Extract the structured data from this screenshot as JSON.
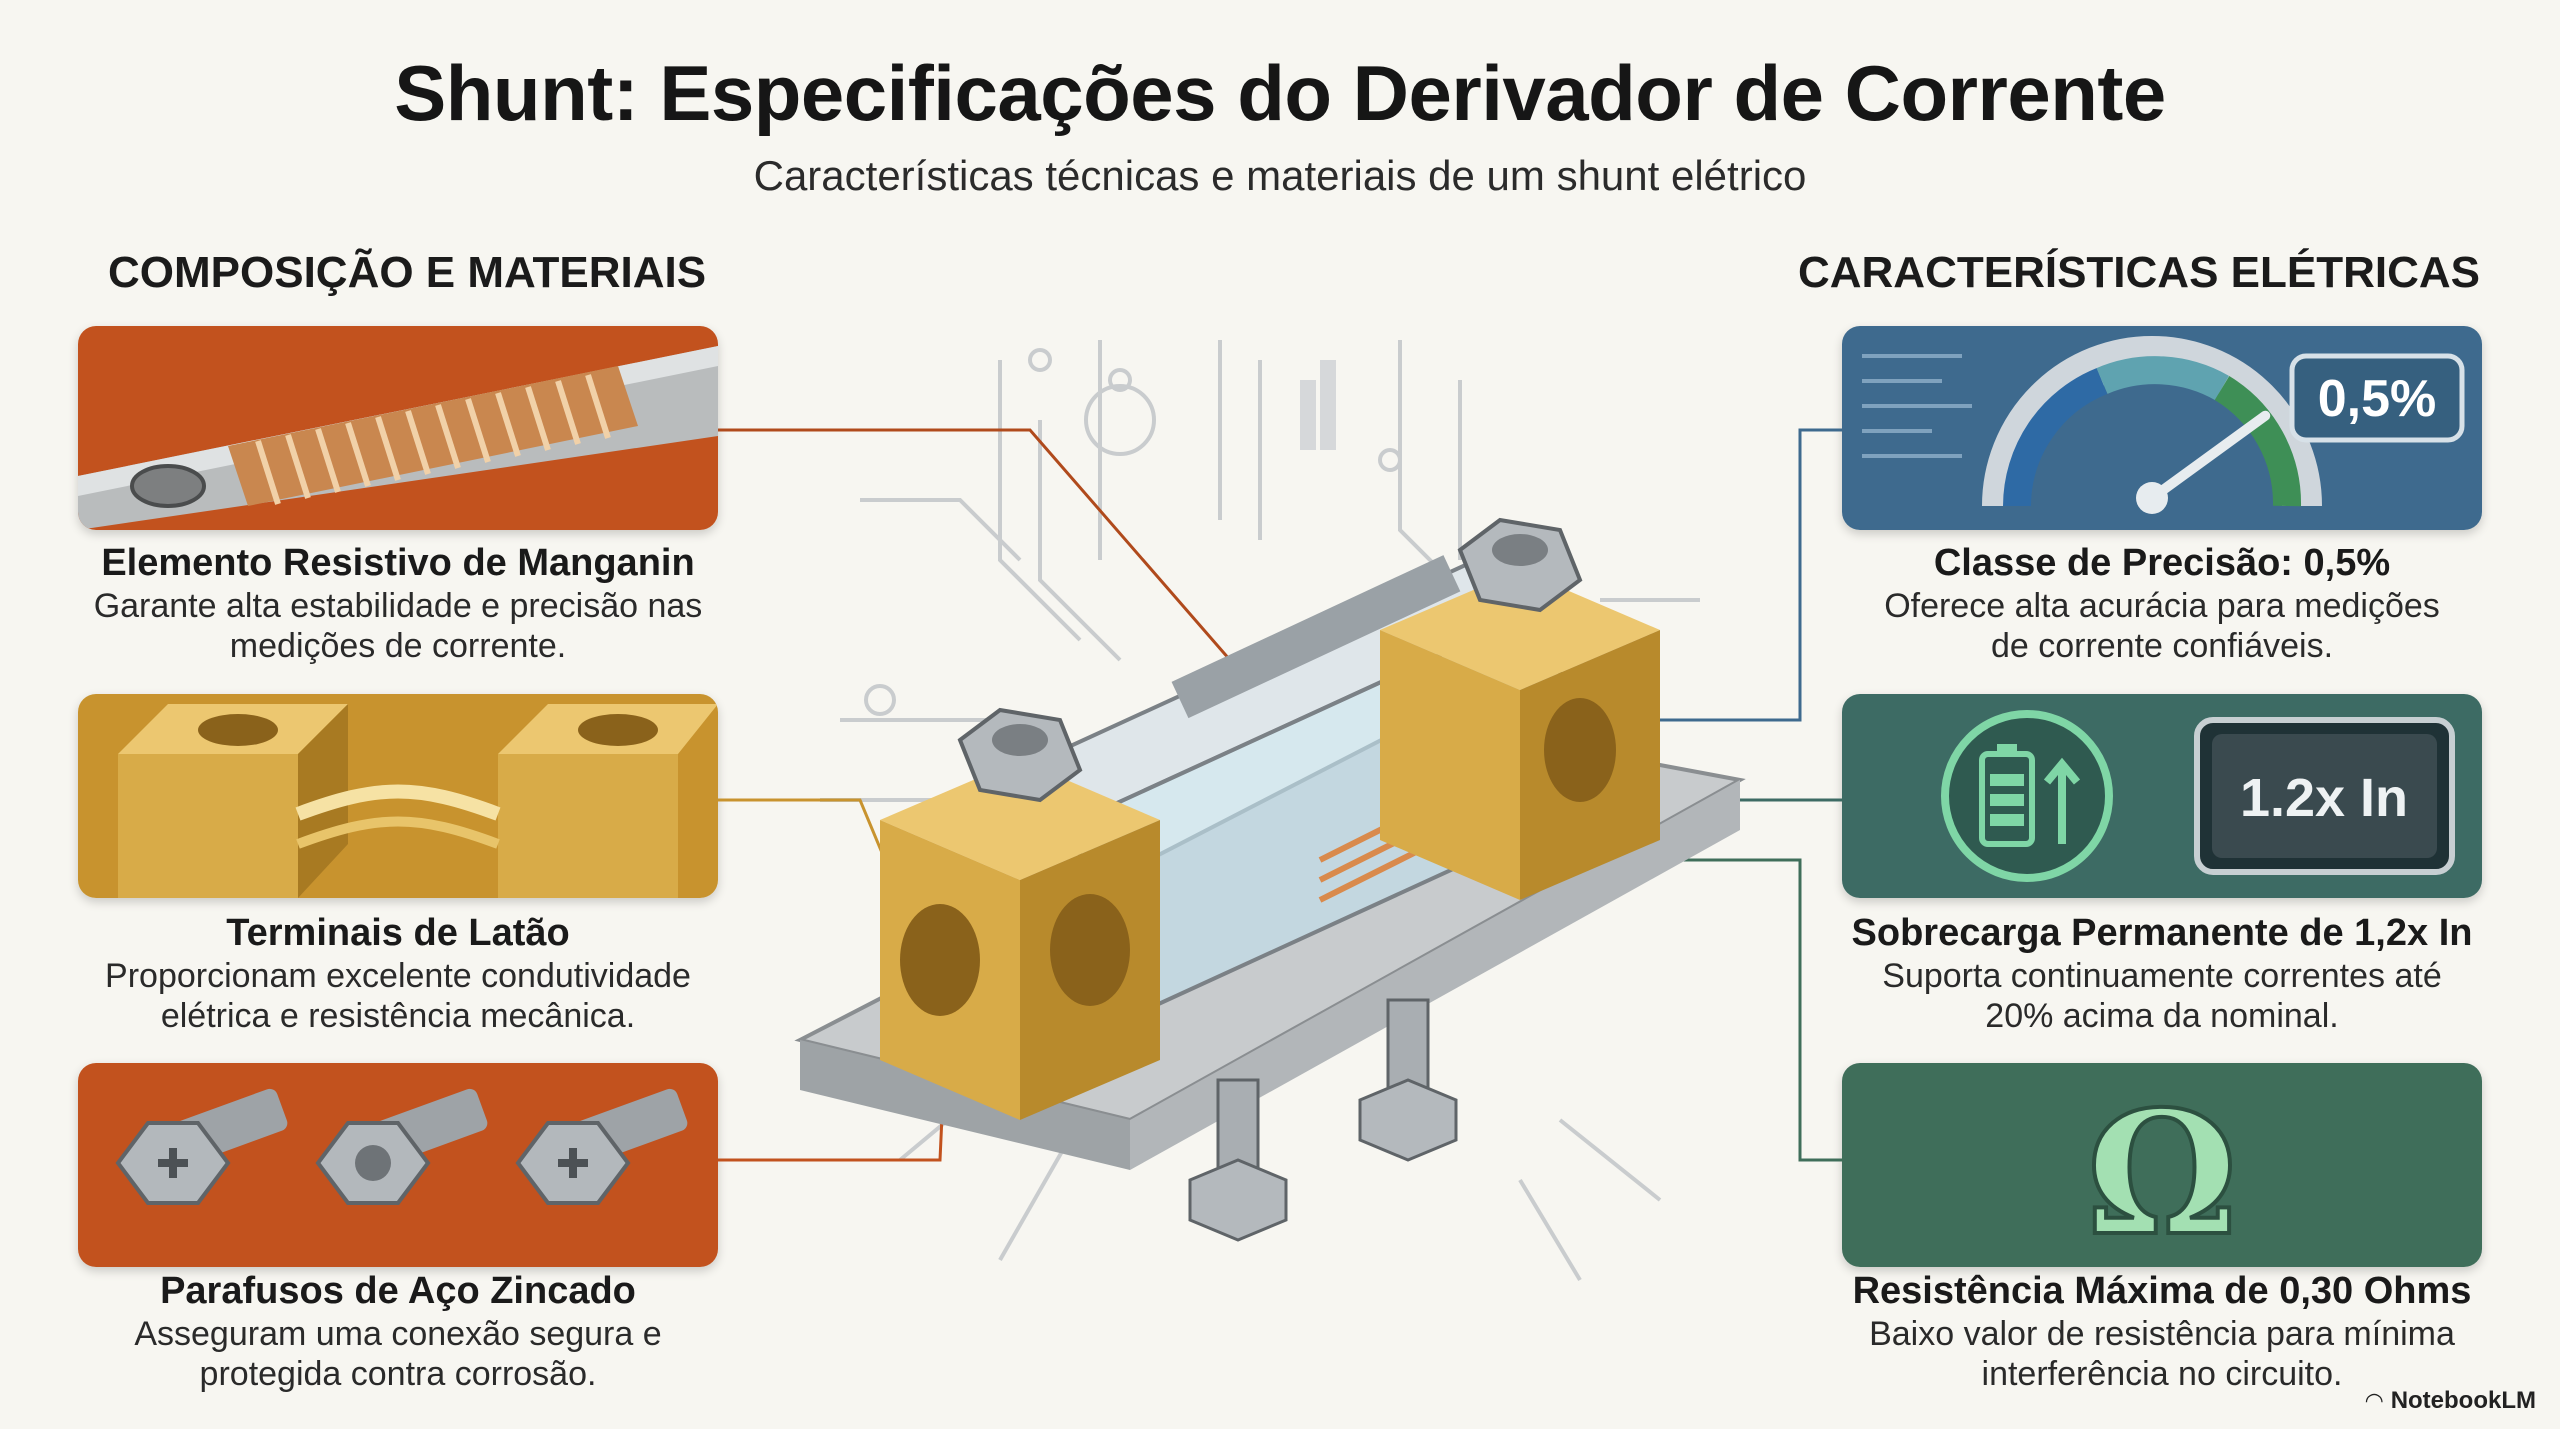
{
  "header": {
    "title": "Shunt: Especificações do Derivador de Corrente",
    "subtitle": "Características técnicas e materiais de um shunt elétrico"
  },
  "left_section": {
    "heading": "COMPOSIÇÃO E MATERIAIS",
    "items": [
      {
        "title": "Elemento Resistivo de Manganin",
        "desc_line1": "Garante alta estabilidade e precisão nas",
        "desc_line2": "medições de corrente."
      },
      {
        "title": "Terminais de Latão",
        "desc_line1": "Proporcionam excelente condutividade",
        "desc_line2": "elétrica e resistência mecânica."
      },
      {
        "title": "Parafusos de Aço Zincado",
        "desc_line1": "Asseguram uma conexão segura e",
        "desc_line2": "protegida contra corrosão."
      }
    ]
  },
  "right_section": {
    "heading": "CARACTERÍSTICAS ELÉTRICAS",
    "items": [
      {
        "title": "Classe de Precisão: 0,5%",
        "desc_line1": "Oferece alta acurácia para medições",
        "desc_line2": "de corrente confiáveis.",
        "badge": "0,5%"
      },
      {
        "title": "Sobrecarga Permanente de 1,2x In",
        "desc_line1": "Suporta continuamente correntes até",
        "desc_line2": "20% acima da nominal.",
        "badge": "1.2x In"
      },
      {
        "title": "Resistência Máxima de 0,30 Ohms",
        "desc_line1": "Baixo valor de resistência para mínima",
        "desc_line2": "interferência no circuito.",
        "badge": "Ω"
      }
    ]
  },
  "gauge_level_fraction": 0.8,
  "icons": [
    "manganin-element-icon",
    "brass-terminal-icon",
    "zinc-screws-icon",
    "precision-gauge-icon",
    "battery-overload-icon",
    "ohm-symbol-icon",
    "shunt-illustration"
  ],
  "colors": {
    "orange_card": "#c2521e",
    "gold_card": "#c8932e",
    "blue_card": "#3e6a8e",
    "teal_card": "#3d6b64",
    "green_card": "#3f6e5a",
    "brass": "#d3a640"
  },
  "branding": {
    "label": "NotebookLM"
  }
}
